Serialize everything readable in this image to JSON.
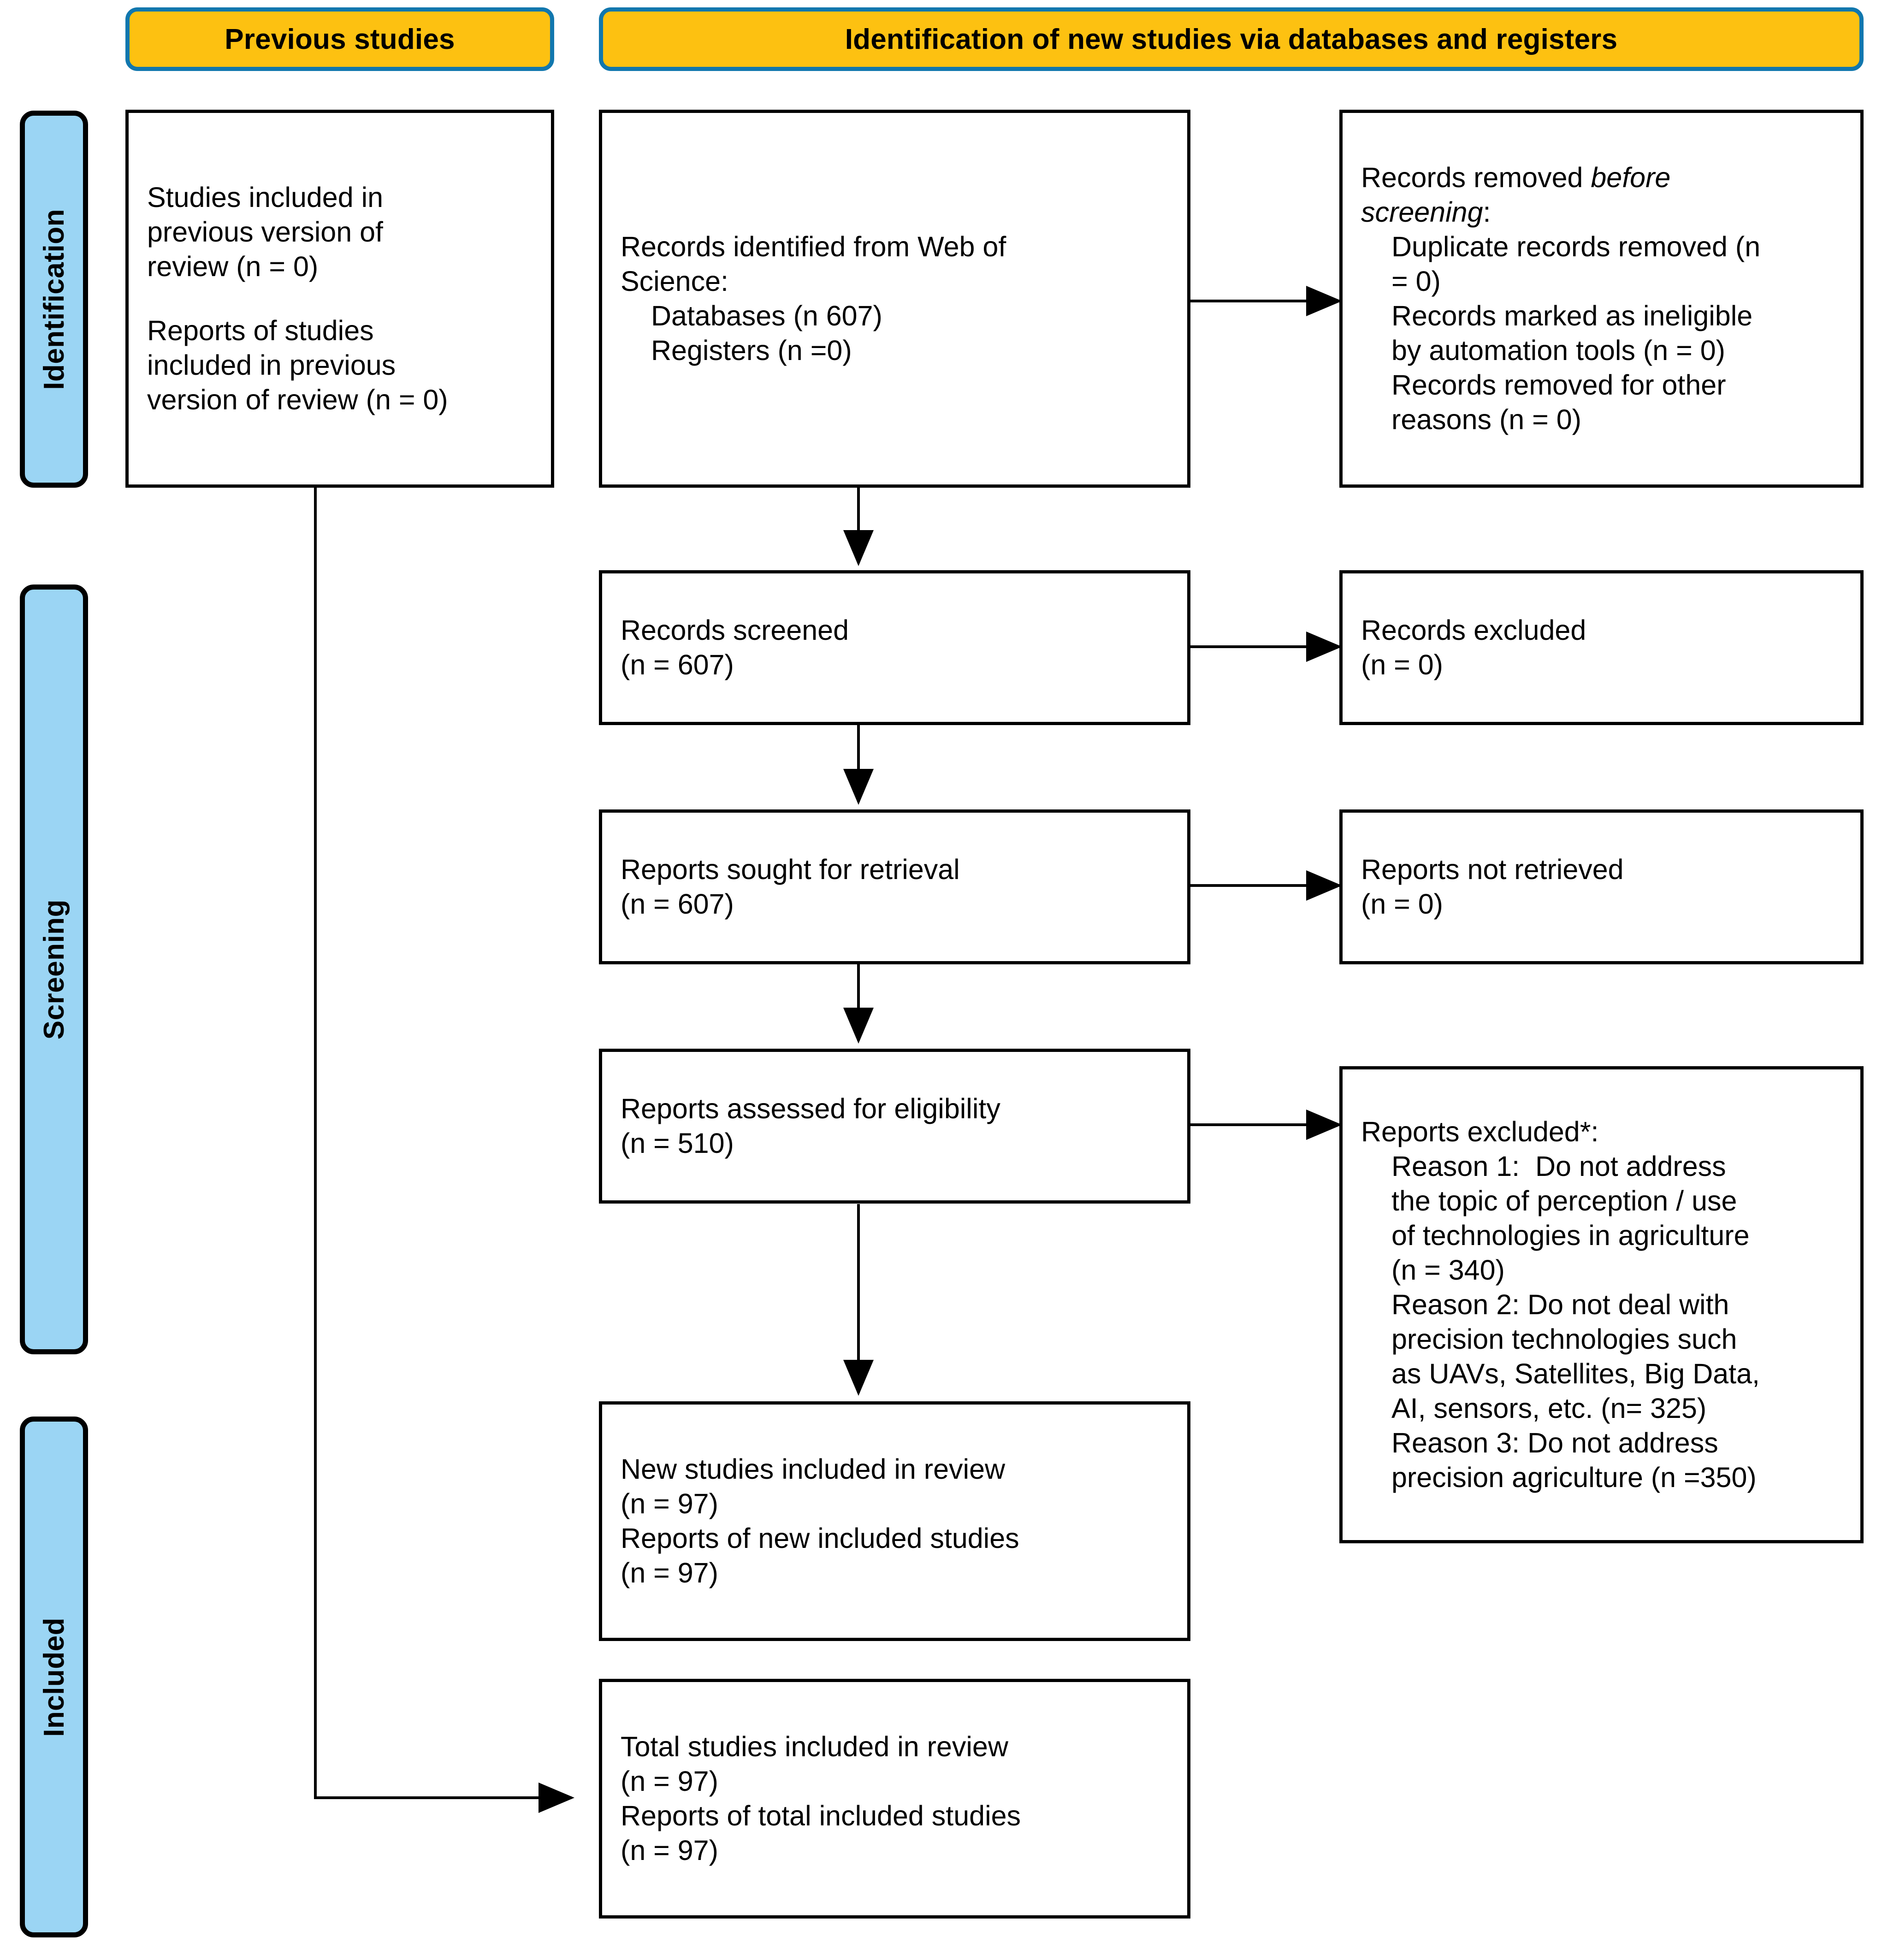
{
  "headers": [
    {
      "id": "previous-studies",
      "label": "Previous studies"
    },
    {
      "id": "new-studies",
      "label": "Identification of new studies via databases and registers"
    }
  ],
  "phases": [
    {
      "id": "identification",
      "label": "Identification"
    },
    {
      "id": "screening",
      "label": "Screening"
    },
    {
      "id": "included",
      "label": "Included"
    }
  ],
  "nodes": {
    "previous_included": {
      "line1": "Studies included in",
      "line2": "previous version of",
      "line3": "review (n = 0)",
      "line4": "Reports of studies",
      "line5": "included in previous",
      "line6": "version of review (n = 0)"
    },
    "records_identified": {
      "line1": "Records identified from Web of",
      "line2": "Science:",
      "line3": "Databases (n 607)",
      "line4": "Registers (n =0)"
    },
    "records_removed": {
      "line1a": "Records removed ",
      "line1b": "before",
      "line2a": "screening",
      "line2b": ":",
      "line3": "Duplicate records removed (n",
      "line4": "= 0)",
      "line5": "Records marked as ineligible",
      "line6": "by automation tools (n = 0)",
      "line7": "Records removed for other",
      "line8": "reasons (n = 0)"
    },
    "records_screened": {
      "line1": "Records screened",
      "line2": "(n = 607)"
    },
    "records_excluded": {
      "line1": "Records excluded",
      "line2": "(n = 0)"
    },
    "reports_sought": {
      "line1": "Reports sought for retrieval",
      "line2": "(n = 607)"
    },
    "reports_not_retrieved": {
      "line1": "Reports not retrieved",
      "line2": "(n = 0)"
    },
    "reports_assessed": {
      "line1": "Reports assessed for eligibility",
      "line2": "(n = 510)"
    },
    "reports_excluded": {
      "line1": "Reports excluded*:",
      "line2": "Reason 1:  Do not address",
      "line3": "the topic of perception / use",
      "line4": "of technologies in agriculture",
      "line5": "(n = 340)",
      "line6": "Reason 2: Do not deal with",
      "line7": "precision technologies such",
      "line8": "as UAVs, Satellites, Big Data,",
      "line9": "AI, sensors, etc. (n= 325)",
      "line10": "Reason 3: Do not address",
      "line11": "precision agriculture (n =350)"
    },
    "new_included": {
      "line1": "New studies included in review",
      "line2": "(n = 97)",
      "line3": "Reports of new included studies",
      "line4": "(n = 97)"
    },
    "total_included": {
      "line1": "Total studies included in review",
      "line2": "(n = 97)",
      "line3": "Reports of total included studies",
      "line4": "(n = 97)"
    }
  },
  "colors": {
    "header_fill": "#FDC111",
    "header_border": "#1177AE",
    "phase_fill": "#9BD5F4",
    "phase_border": "#000000",
    "node_border": "#000000",
    "connector": "#000000",
    "background": "#FFFFFF"
  }
}
